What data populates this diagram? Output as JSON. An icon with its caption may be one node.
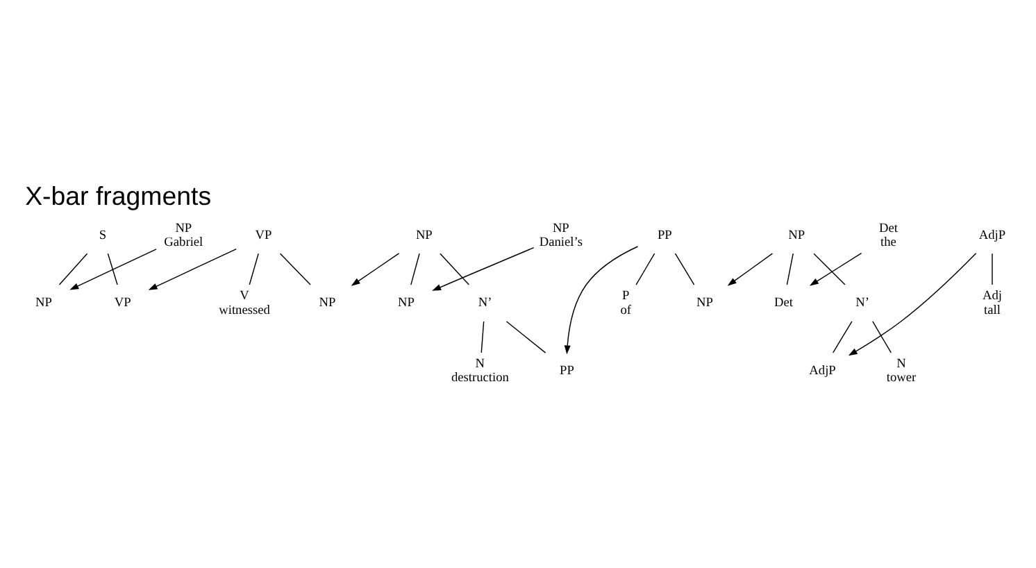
{
  "diagram": {
    "title": "X-bar fragments",
    "nodes": [
      {
        "text": [
          "S"
        ]
      },
      {
        "text": [
          "VP"
        ]
      },
      {
        "text": [
          "NP"
        ]
      },
      {
        "text": [
          "NP",
          "Gabriel"
        ]
      },
      {
        "text": [
          "NP"
        ]
      },
      {
        "text": [
          "VP"
        ]
      },
      {
        "text": [
          "V",
          "witnessed"
        ]
      },
      {
        "text": [
          "NP"
        ]
      },
      {
        "text": [
          "NP",
          "Daniel’s"
        ]
      },
      {
        "text": [
          "NP"
        ]
      },
      {
        "text": [
          "N’"
        ]
      },
      {
        "text": [
          "N",
          "destruction"
        ]
      },
      {
        "text": [
          "PP"
        ]
      },
      {
        "text": [
          "NP"
        ]
      },
      {
        "text": [
          "Det",
          "the"
        ]
      },
      {
        "text": [
          "PP"
        ]
      },
      {
        "text": [
          "Det"
        ]
      },
      {
        "text": [
          "N’"
        ]
      },
      {
        "text": [
          "AdjP"
        ]
      },
      {
        "text": [
          "AdjP"
        ]
      },
      {
        "text": [
          "N",
          "tower"
        ]
      },
      {
        "text": [
          "P",
          "of"
        ]
      },
      {
        "text": [
          "NP"
        ]
      },
      {
        "text": [
          "Adj",
          "tall"
        ]
      }
    ],
    "edges": [
      {
        "from": 0,
        "to": 4,
        "arrow": "none"
      },
      {
        "from": 0,
        "to": 5,
        "arrow": "none"
      },
      {
        "from": 1,
        "to": 6,
        "arrow": "none"
      },
      {
        "from": 1,
        "to": 7,
        "arrow": "none"
      },
      {
        "from": 2,
        "to": 9,
        "arrow": "none"
      },
      {
        "from": 2,
        "to": 10,
        "arrow": "none"
      },
      {
        "from": 10,
        "to": 11,
        "arrow": "none"
      },
      {
        "from": 10,
        "to": 12,
        "arrow": "none"
      },
      {
        "from": 13,
        "to": 16,
        "arrow": "none"
      },
      {
        "from": 13,
        "to": 17,
        "arrow": "none"
      },
      {
        "from": 17,
        "to": 19,
        "arrow": "none"
      },
      {
        "from": 17,
        "to": 20,
        "arrow": "none"
      },
      {
        "from": 15,
        "to": 21,
        "arrow": "none"
      },
      {
        "from": 15,
        "to": 22,
        "arrow": "none"
      },
      {
        "from": 18,
        "to": 23,
        "arrow": "none"
      },
      {
        "from": 3,
        "to": 4,
        "arrow": "to"
      },
      {
        "from": 1,
        "to": 5,
        "arrow": "to"
      },
      {
        "from": 2,
        "to": 7,
        "arrow": "to"
      },
      {
        "from": 8,
        "to": 9,
        "arrow": "to"
      },
      {
        "from": 15,
        "to": 12,
        "arrow": "to"
      },
      {
        "from": 13,
        "to": 22,
        "arrow": "to"
      },
      {
        "from": 14,
        "to": 16,
        "arrow": "to"
      },
      {
        "from": 18,
        "to": 19,
        "arrow": "to"
      }
    ]
  }
}
